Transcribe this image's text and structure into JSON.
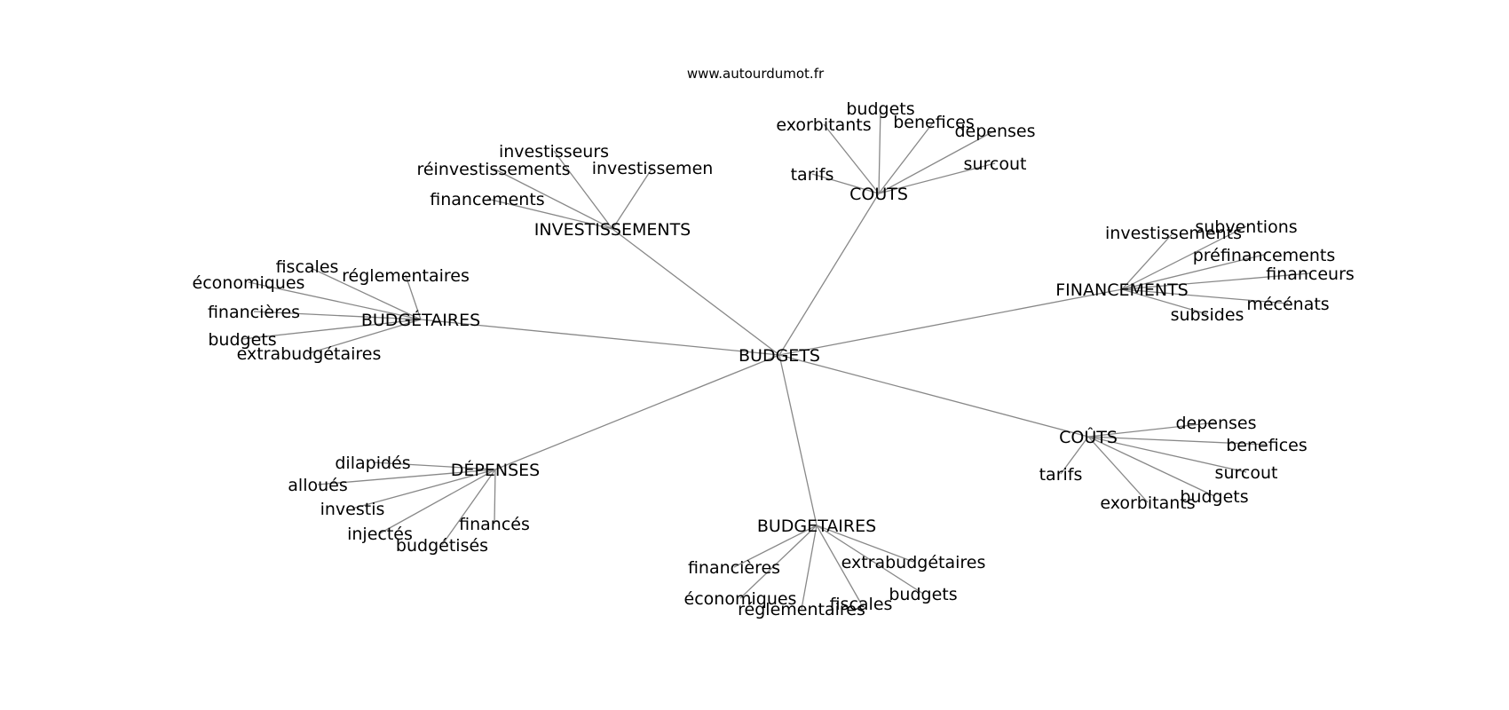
{
  "site": "www.autourdumot.fr",
  "root": "BUDGETS",
  "hubs": [
    {
      "id": "couts",
      "label": "COUTS",
      "leaves": [
        "exorbitants",
        "budgets",
        "benefices",
        "depenses",
        "surcout",
        "tarifs"
      ]
    },
    {
      "id": "investissements",
      "label": "INVESTISSEMENTS",
      "leaves": [
        "investisseurs",
        "réinvestissements",
        "investissemen",
        "financements"
      ]
    },
    {
      "id": "budgetaires-accent",
      "label": "BUDGÉTAIRES",
      "leaves": [
        "fiscales",
        "réglementaires",
        "économiques",
        "financières",
        "budgets",
        "extrabudgétaires"
      ]
    },
    {
      "id": "financements",
      "label": "FINANCEMENTS",
      "leaves": [
        "investissements",
        "subventions",
        "préfinancements",
        "financeurs",
        "mécénats",
        "subsides"
      ]
    },
    {
      "id": "couts-accent",
      "label": "COÛTS",
      "leaves": [
        "depenses",
        "benefices",
        "surcout",
        "budgets",
        "exorbitants",
        "tarifs"
      ]
    },
    {
      "id": "depenses",
      "label": "DÉPENSES",
      "leaves": [
        "dilapidés",
        "alloués",
        "investis",
        "injectés",
        "budgétisés",
        "financés"
      ]
    },
    {
      "id": "budgetaires",
      "label": "BUDGETAIRES",
      "leaves": [
        "financières",
        "extrabudgétaires",
        "économiques",
        "budgets",
        "réglementaires",
        "fiscales"
      ]
    }
  ]
}
